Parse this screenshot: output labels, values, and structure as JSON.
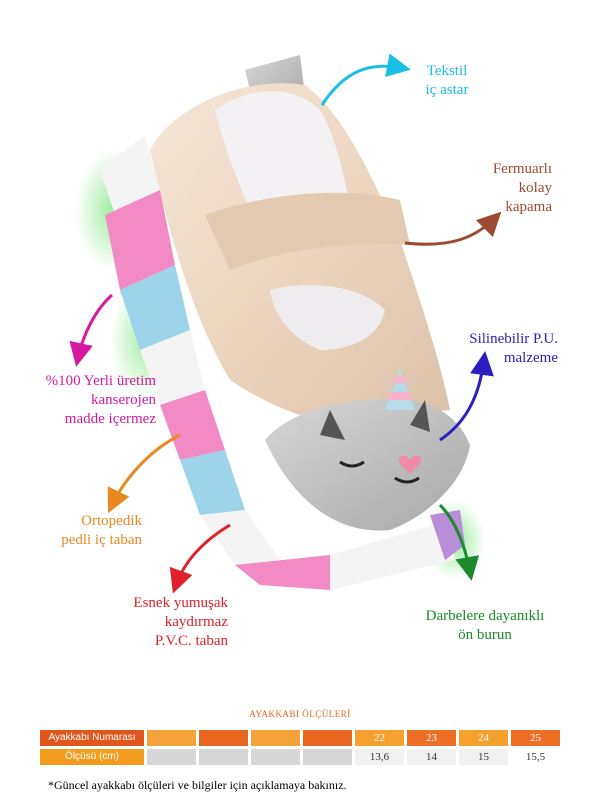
{
  "callouts": {
    "textile_lining": [
      "Tekstil",
      "iç astar"
    ],
    "zipper": [
      "Fermuarlı",
      "kolay",
      "kapama"
    ],
    "material": [
      "Silinebilir P.U.",
      "malzeme"
    ],
    "local_production": [
      "%100 Yerli üretim",
      "kanserojen",
      "madde içermez"
    ],
    "orthopedic": [
      "Ortopedik",
      "pedli iç taban"
    ],
    "sole": [
      "Esnek yumuşak",
      "kaydırmaz",
      "P.V.C. taban"
    ],
    "toe": [
      "Darbelere dayanıklı",
      "ön burun"
    ]
  },
  "colors": {
    "textile_lining": "#19bfe3",
    "zipper": "#9c4a33",
    "material": "#2c1fbf",
    "local_production": "#d61aa0",
    "orthopedic": "#e8881f",
    "sole": "#e0202c",
    "toe": "#1a8a2a"
  },
  "size_table": {
    "title": "AYAKKABI ÖLÇÜLERİ",
    "size_label": "Ayakkabı Numarası",
    "length_label": "Ölçüsü (cm)",
    "sizes": [
      "",
      "",
      "",
      "",
      "22",
      "23",
      "24",
      "25"
    ],
    "lengths": [
      "",
      "",
      "",
      "",
      "13,6",
      "14",
      "15",
      "15,5"
    ]
  },
  "footnote": "*Güncel ayakkabı ölçüleri ve bilgiler için açıklamaya bakınız."
}
